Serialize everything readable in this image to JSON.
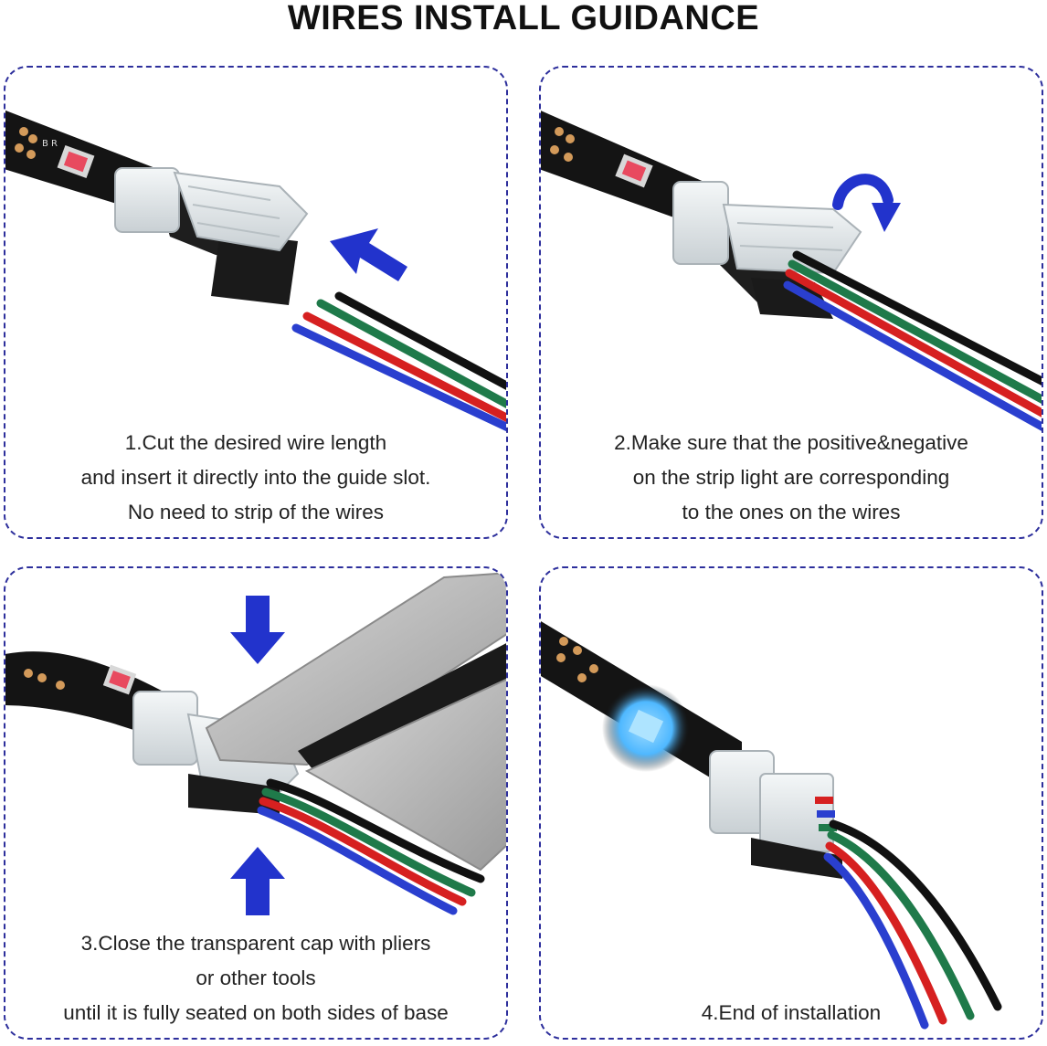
{
  "title": "WIRES INSTALL GUIDANCE",
  "steps": [
    {
      "lines": [
        "1.Cut the desired wire length",
        "and insert it directly into the guide slot.",
        "No need to strip of the wires"
      ],
      "scene": "cut-insert",
      "arrow": "arrow-left-icon"
    },
    {
      "lines": [
        "2.Make sure that the positive&negative",
        "on the strip light are corresponding",
        "to the ones on the wires"
      ],
      "scene": "align-wires",
      "arrow": "rotate-arrow-icon"
    },
    {
      "lines": [
        "3.Close the transparent cap with pliers",
        "or other tools",
        "until it is fully seated on both sides of base"
      ],
      "scene": "press-pliers",
      "arrow": "arrow-down-icon"
    },
    {
      "lines": [
        "4.End of installation"
      ],
      "scene": "complete",
      "arrow": ""
    }
  ],
  "colors": {
    "border": "#2d2f9c",
    "arrow": "#2233cc",
    "wire_black": "#111111",
    "wire_green": "#1f7a4a",
    "wire_red": "#d62020",
    "wire_blue": "#2a3fcf",
    "strip": "#141414",
    "led_blue": "#4fb8ff"
  }
}
